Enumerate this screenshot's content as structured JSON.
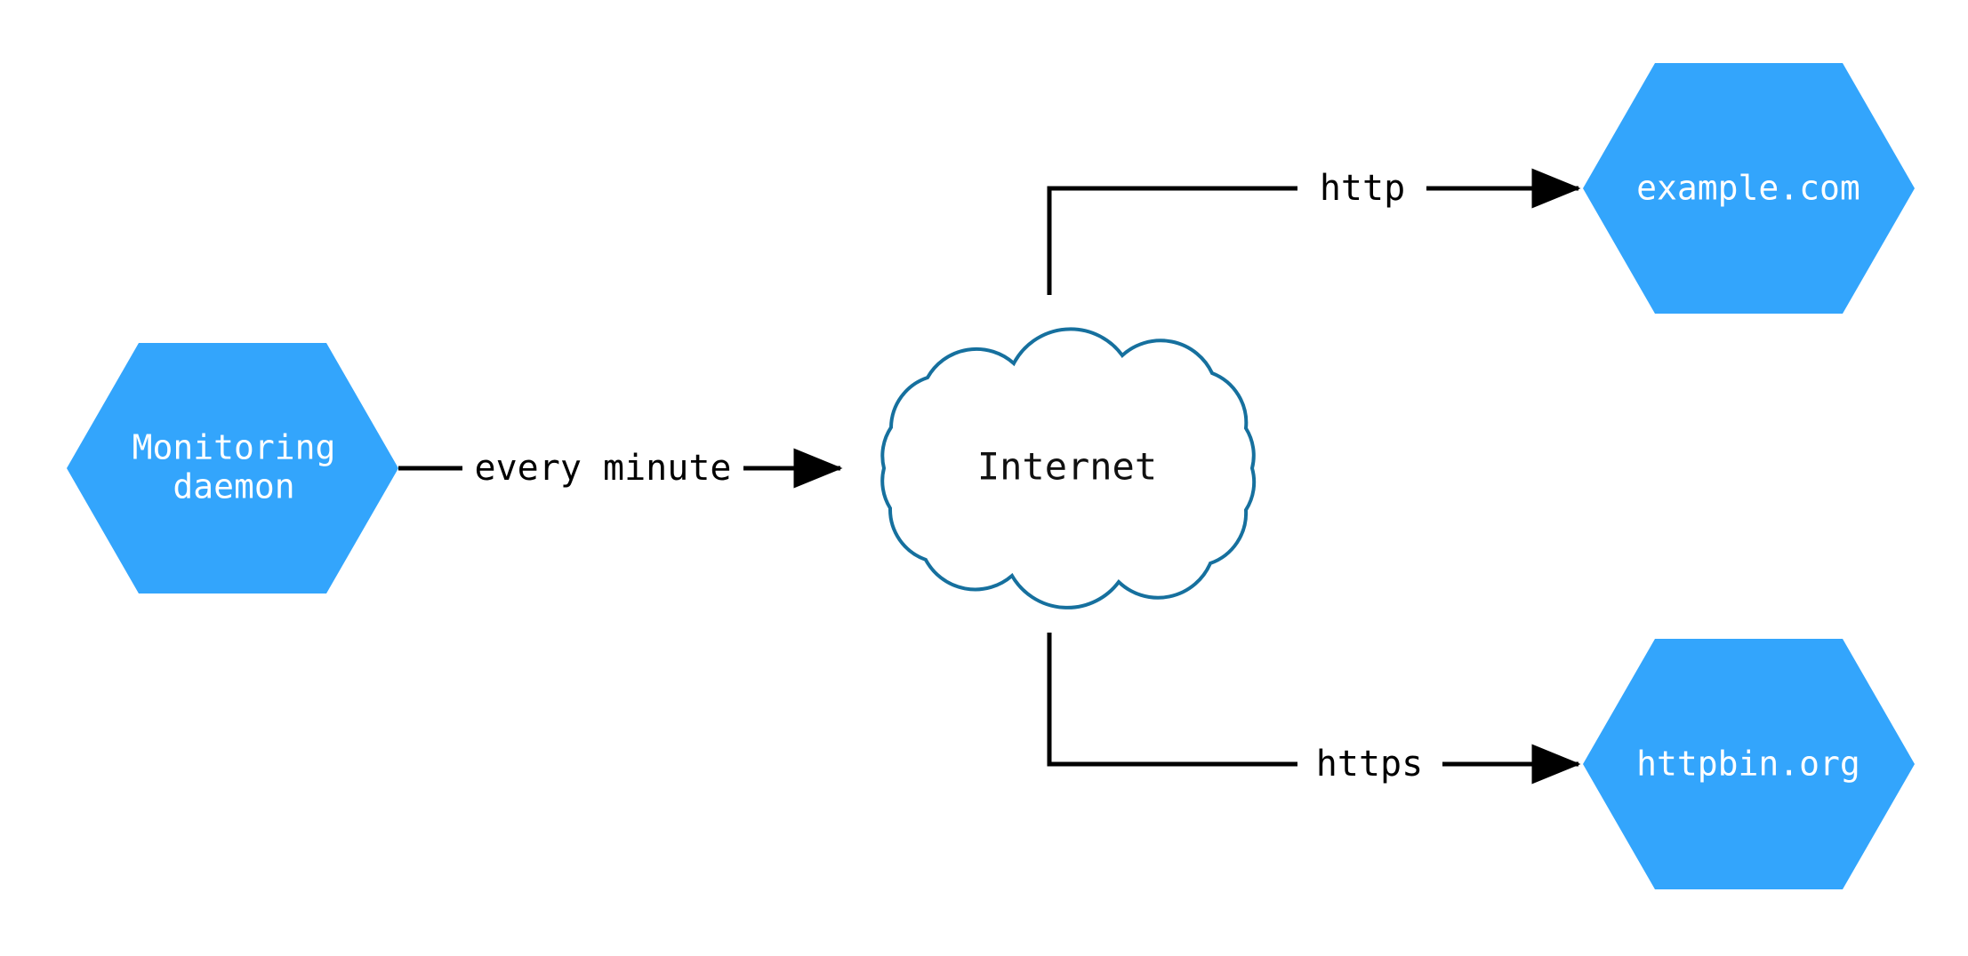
{
  "diagram": {
    "title": "Monitoring daemon network diagram",
    "background_color": "#ffffff",
    "node_fill_color": "#33a5fc",
    "node_text_color": "#ffffff",
    "cloud_stroke_color": "#16709e",
    "cloud_fill_color": "#ffffff",
    "edge_color": "#000000",
    "nodes": [
      {
        "id": "monitoring-daemon",
        "shape": "hexagon",
        "line1": "Monitoring",
        "line2": "daemon",
        "fill": "#33a5fc",
        "text_color": "#ffffff"
      },
      {
        "id": "internet",
        "shape": "cloud",
        "label": "Internet",
        "fill": "#ffffff",
        "stroke": "#16709e",
        "text_color": "#111111"
      },
      {
        "id": "example-com",
        "shape": "hexagon",
        "label": "example.com",
        "fill": "#33a5fc",
        "text_color": "#ffffff"
      },
      {
        "id": "httpbin-org",
        "shape": "hexagon",
        "label": "httpbin.org",
        "fill": "#33a5fc",
        "text_color": "#ffffff"
      }
    ],
    "edges": [
      {
        "id": "daemon-to-internet",
        "from": "monitoring-daemon",
        "to": "internet",
        "label": "every minute",
        "style": "straight-arrow"
      },
      {
        "id": "internet-to-example",
        "from": "internet",
        "to": "example-com",
        "label": "http",
        "style": "elbow-arrow-up"
      },
      {
        "id": "internet-to-httpbin",
        "from": "internet",
        "to": "httpbin-org",
        "label": "https",
        "style": "elbow-arrow-down"
      }
    ]
  }
}
